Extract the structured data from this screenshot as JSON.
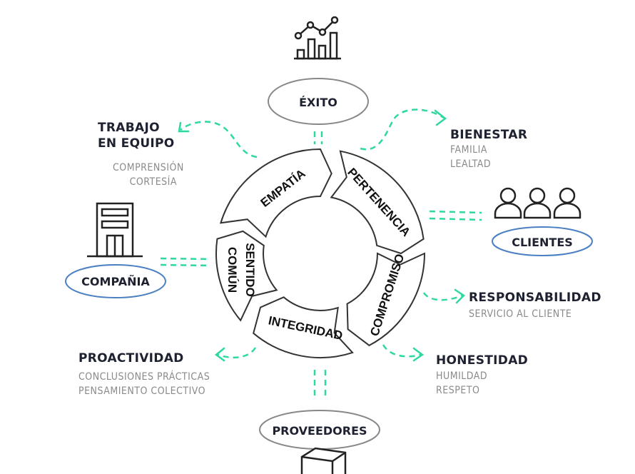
{
  "center": {
    "segments": [
      "EMPATÍA",
      "PERTENENCIA",
      "COMPROMISO",
      "INTEGRIDAD",
      "SENTIDO",
      "COMÚN"
    ]
  },
  "nodes": {
    "exito": "ÉXITO",
    "clientes": "CLIENTES",
    "compania": "COMPAÑIA",
    "proveedores": "PROVEEDORES"
  },
  "values": {
    "trabajo": {
      "title1": "TRABAJO",
      "title2": "EN EQUIPO",
      "sub": [
        "COMPRENSIÓN",
        "CORTESÍA"
      ]
    },
    "bienestar": {
      "title": "BIENESTAR",
      "sub": [
        "FAMILIA",
        "LEALTAD"
      ]
    },
    "responsabilidad": {
      "title": "RESPONSABILIDAD",
      "sub": [
        "SERVICIO AL CLIENTE"
      ]
    },
    "honestidad": {
      "title": "HONESTIDAD",
      "sub": [
        "HUMILDAD",
        "RESPETO"
      ]
    },
    "proactividad": {
      "title": "PROACTIVIDAD",
      "sub": [
        "CONCLUSIONES PRÁCTICAS",
        "PENSAMIENTO COLECTIVO"
      ]
    }
  },
  "colors": {
    "accent": "#2ed9a0",
    "outline": "#4a7fc1",
    "ink": "#1d2130"
  }
}
